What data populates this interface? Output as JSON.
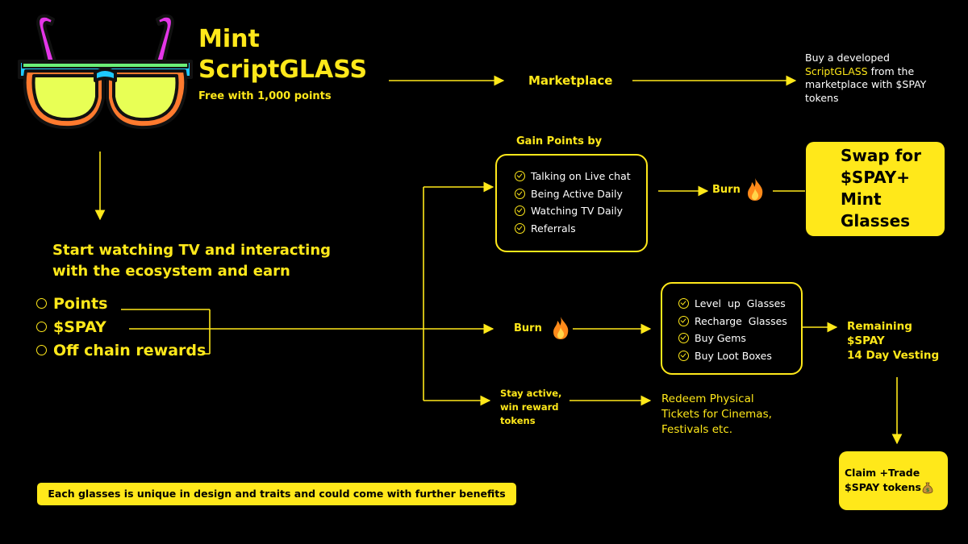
{
  "colors": {
    "background": "#000000",
    "accent": "#ffe81a",
    "text_light": "#ffffff",
    "fire": "#ff8a1a"
  },
  "mint": {
    "title_line1": "Mint",
    "title_line2": "ScriptGLASS",
    "subtitle": "Free with 1,000 points"
  },
  "marketplace": {
    "label": "Marketplace",
    "desc_line1": "Buy a developed",
    "desc_highlight": "ScriptGLASS",
    "desc_line2_rest": " from the",
    "desc_line3": "marketplace with $SPAY",
    "desc_line4": "tokens"
  },
  "start": {
    "line1": "Start watching TV and interacting",
    "line2": "with the ecosystem and earn"
  },
  "rewards": [
    "Points",
    "$SPAY",
    "Off chain rewards"
  ],
  "gain_points": {
    "title": "Gain Points by",
    "items": [
      "Talking on Live chat",
      "Being Active Daily",
      "Watching TV Daily",
      "Referrals"
    ]
  },
  "burn_top": {
    "label": "Burn",
    "icon": "fire-icon"
  },
  "swap": {
    "line1": "Swap for",
    "line2": "$SPAY+",
    "line3": "Mint",
    "line4": "Glasses"
  },
  "burn_mid": {
    "label": "Burn",
    "icon": "fire-icon"
  },
  "spend": {
    "items": [
      "Level  up  Glasses",
      "Recharge  Glasses",
      "Buy Gems",
      "Buy Loot Boxes"
    ]
  },
  "remaining": {
    "line1": "Remaining",
    "line2": "$SPAY",
    "line3": "14 Day Vesting"
  },
  "stay_active": {
    "line1": "Stay active,",
    "line2": "win reward",
    "line3": "tokens"
  },
  "redeem": {
    "line1": "Redeem Physical",
    "line2": "Tickets for Cinemas,",
    "line3": "Festivals etc."
  },
  "claim": {
    "line1": "Claim +Trade",
    "line2": "$SPAY tokens",
    "icon": "money-bag-icon"
  },
  "footer": {
    "note": "Each glasses is unique in design and traits and could come with further benefits"
  }
}
